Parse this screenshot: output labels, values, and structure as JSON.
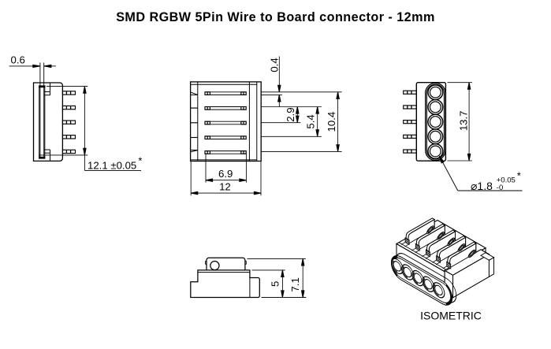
{
  "title": "SMD RGBW 5Pin Wire to Board connector - 12mm",
  "isometric_label": "ISOMETRIC",
  "dimensions": {
    "board_thickness": "0.6",
    "board_length": "12.1 ±0.05",
    "board_length_star": "*",
    "pin_thickness": "0.4",
    "span_two_pins": "2.9",
    "span_three_pins": "5.4",
    "span_all_pins": "10.4",
    "slot_width": "6.9",
    "body_width": "12",
    "body_height": "13.7",
    "hole_diameter": "⌀1.8",
    "hole_tol_plus": "+0.05",
    "hole_tol_minus": "-0",
    "hole_star": "*",
    "base_height": "5",
    "total_height": "7.1"
  },
  "colors": {
    "line": "#000000",
    "background": "#ffffff"
  }
}
